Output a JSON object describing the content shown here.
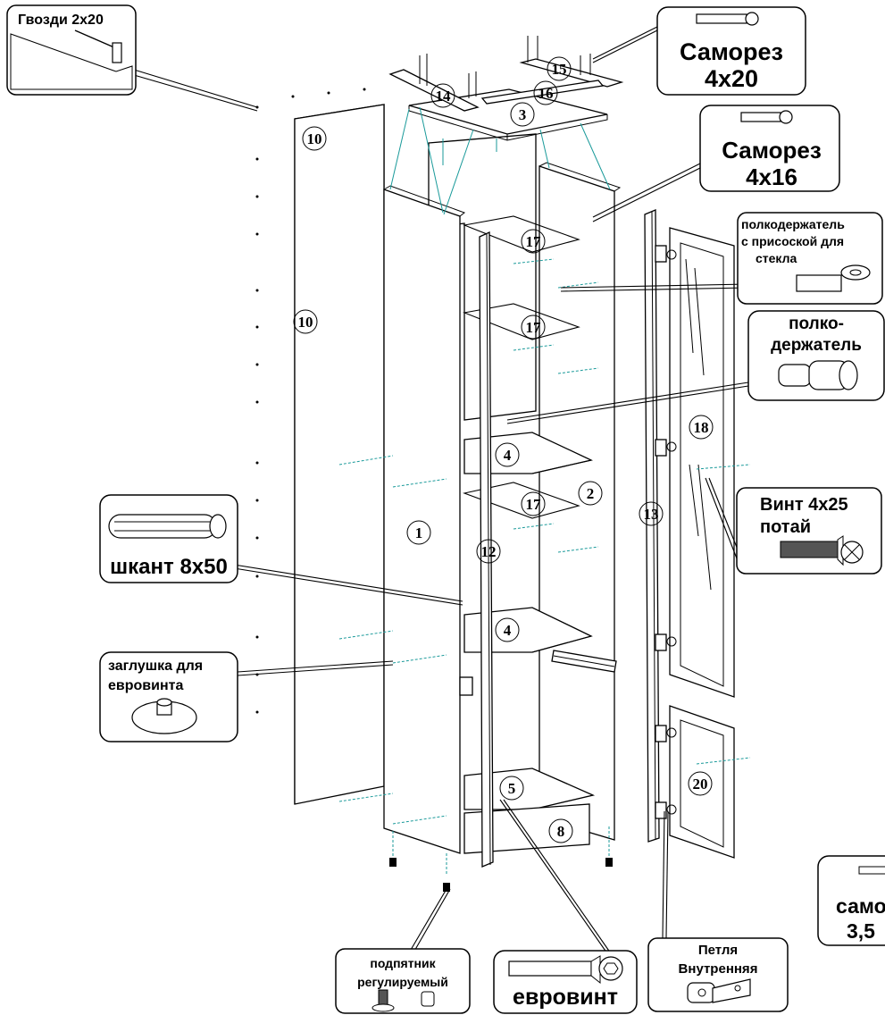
{
  "callouts": {
    "nails": "Гвозди 2x20",
    "screw_4x20_line1": "Саморез",
    "screw_4x20_line2": "4x20",
    "screw_4x16_line1": "Саморез",
    "screw_4x16_line2": "4x16",
    "glass_holder_line1": "полкодержатель",
    "glass_holder_line2": "с присоской для",
    "glass_holder_line3": "стекла",
    "shelf_holder_line1": "полко-",
    "shelf_holder_line2": "держатель",
    "screw_4x25_line1": "Винт 4x25",
    "screw_4x25_line2": "потай",
    "dowel": "шкант 8x50",
    "cap_line1": "заглушка для",
    "cap_line2": "евровинта",
    "foot_line1": "подпятник",
    "foot_line2": "регулируемый",
    "eurovint": "евровинт",
    "hinge_line1": "Петля",
    "hinge_line2": "Внутренняя",
    "cut_screw_line1": "само",
    "cut_screw_line2": "3,5"
  },
  "parts": {
    "p1": "1",
    "p2": "2",
    "p3": "3",
    "p4a": "4",
    "p4b": "4",
    "p5": "5",
    "p8": "8",
    "p10a": "10",
    "p10b": "10",
    "p12": "12",
    "p13": "13",
    "p14": "14",
    "p15": "15",
    "p16": "16",
    "p17a": "17",
    "p17b": "17",
    "p17c": "17",
    "p18": "18",
    "p20": "20"
  },
  "colors": {
    "ink": "#000000",
    "guide": "#1a9a9a",
    "background": "#ffffff"
  },
  "icons": [
    "hammer-icon",
    "screw-icon",
    "glass-shelf-holder-icon",
    "shelf-holder-icon",
    "countersunk-screw-icon",
    "dowel-icon",
    "cap-icon",
    "foot-icon",
    "eurovint-icon",
    "hinge-icon"
  ]
}
